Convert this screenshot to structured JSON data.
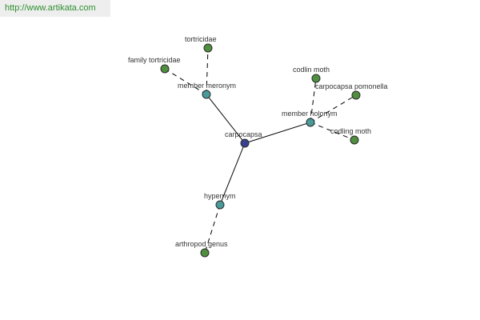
{
  "header": {
    "watermark": "http://www.artikata.com"
  },
  "colors": {
    "center_node": "#3a3f8f",
    "relation_node": "#4a9a9a",
    "leaf_node": "#4f8f3f",
    "watermark_text": "#2f8f2f"
  },
  "graph": {
    "nodes": [
      {
        "id": "carpocapsa",
        "label": "carpocapsa",
        "kind": "center"
      },
      {
        "id": "member-meronym",
        "label": "member meronym",
        "kind": "relation"
      },
      {
        "id": "member-holonym",
        "label": "member holonym",
        "kind": "relation"
      },
      {
        "id": "hypernym",
        "label": "hypernym",
        "kind": "relation"
      },
      {
        "id": "tortricidae",
        "label": "tortricidae",
        "kind": "leaf"
      },
      {
        "id": "family-tortricidae",
        "label": "family tortricidae",
        "kind": "leaf"
      },
      {
        "id": "codlin-moth",
        "label": "codlin moth",
        "kind": "leaf"
      },
      {
        "id": "carpocapsa-pomonella",
        "label": "carpocapsa pomonella",
        "kind": "leaf"
      },
      {
        "id": "codling-moth",
        "label": "codling moth",
        "kind": "leaf"
      },
      {
        "id": "arthropod-genus",
        "label": "arthropod genus",
        "kind": "leaf"
      }
    ],
    "edges": [
      {
        "from": "carpocapsa",
        "to": "member-meronym",
        "style": "solid"
      },
      {
        "from": "carpocapsa",
        "to": "member-holonym",
        "style": "solid"
      },
      {
        "from": "carpocapsa",
        "to": "hypernym",
        "style": "solid"
      },
      {
        "from": "member-meronym",
        "to": "tortricidae",
        "style": "dashed"
      },
      {
        "from": "member-meronym",
        "to": "family-tortricidae",
        "style": "dashed"
      },
      {
        "from": "member-holonym",
        "to": "codlin-moth",
        "style": "dashed"
      },
      {
        "from": "member-holonym",
        "to": "carpocapsa-pomonella",
        "style": "dashed"
      },
      {
        "from": "member-holonym",
        "to": "codling-moth",
        "style": "dashed"
      },
      {
        "from": "hypernym",
        "to": "arthropod-genus",
        "style": "dashed"
      }
    ]
  }
}
